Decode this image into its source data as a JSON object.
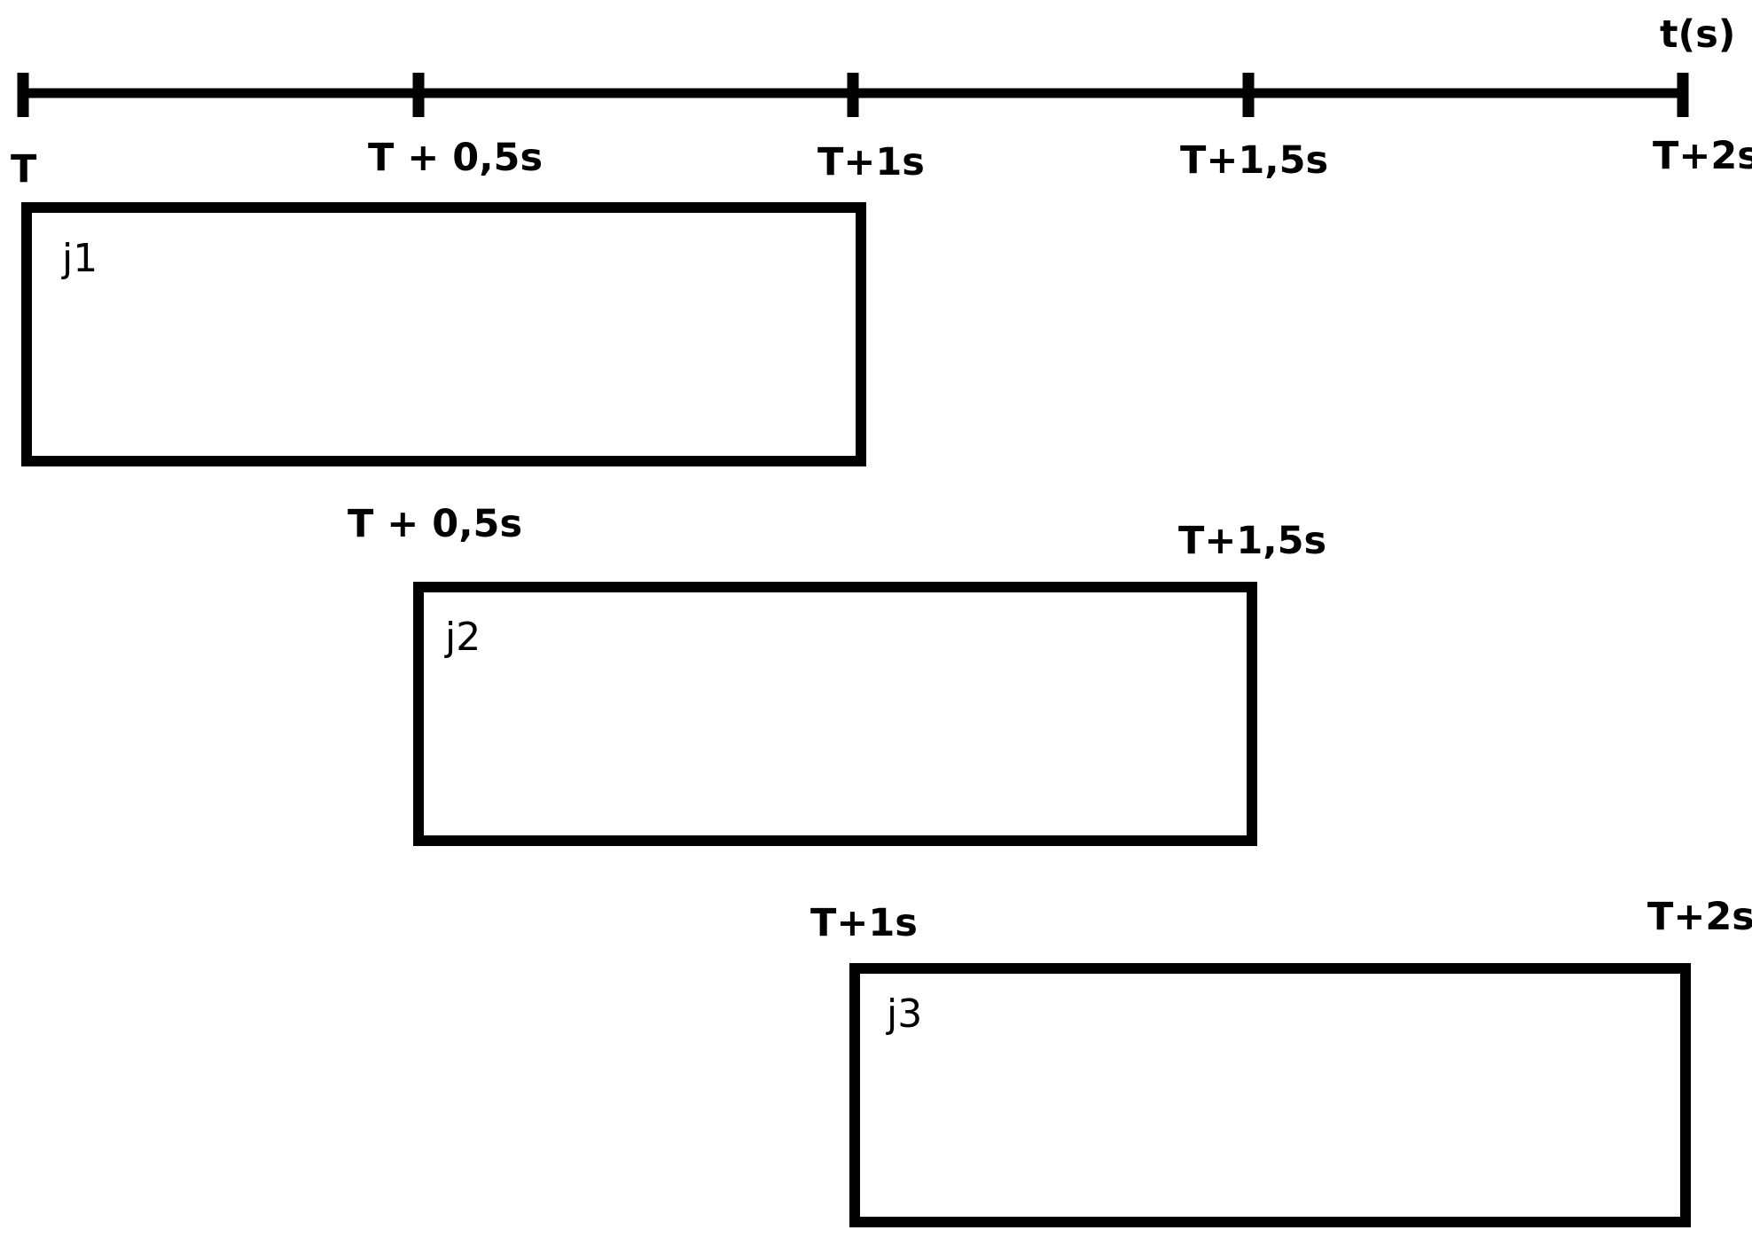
{
  "axis": {
    "unit_label": "t(s)",
    "ticks": [
      {
        "label": "T"
      },
      {
        "label": "T + 0,5s"
      },
      {
        "label": "T+1s"
      },
      {
        "label": "T+1,5s"
      },
      {
        "label": "T+2s"
      }
    ]
  },
  "jobs": [
    {
      "label": "j1",
      "start_label": "",
      "end_label": ""
    },
    {
      "label": "j2",
      "start_label": "T + 0,5s",
      "end_label": "T+1,5s"
    },
    {
      "label": "j3",
      "start_label": "T+1s",
      "end_label": "T+2s"
    }
  ],
  "colors": {
    "stroke": "#000000",
    "background": "#ffffff"
  }
}
